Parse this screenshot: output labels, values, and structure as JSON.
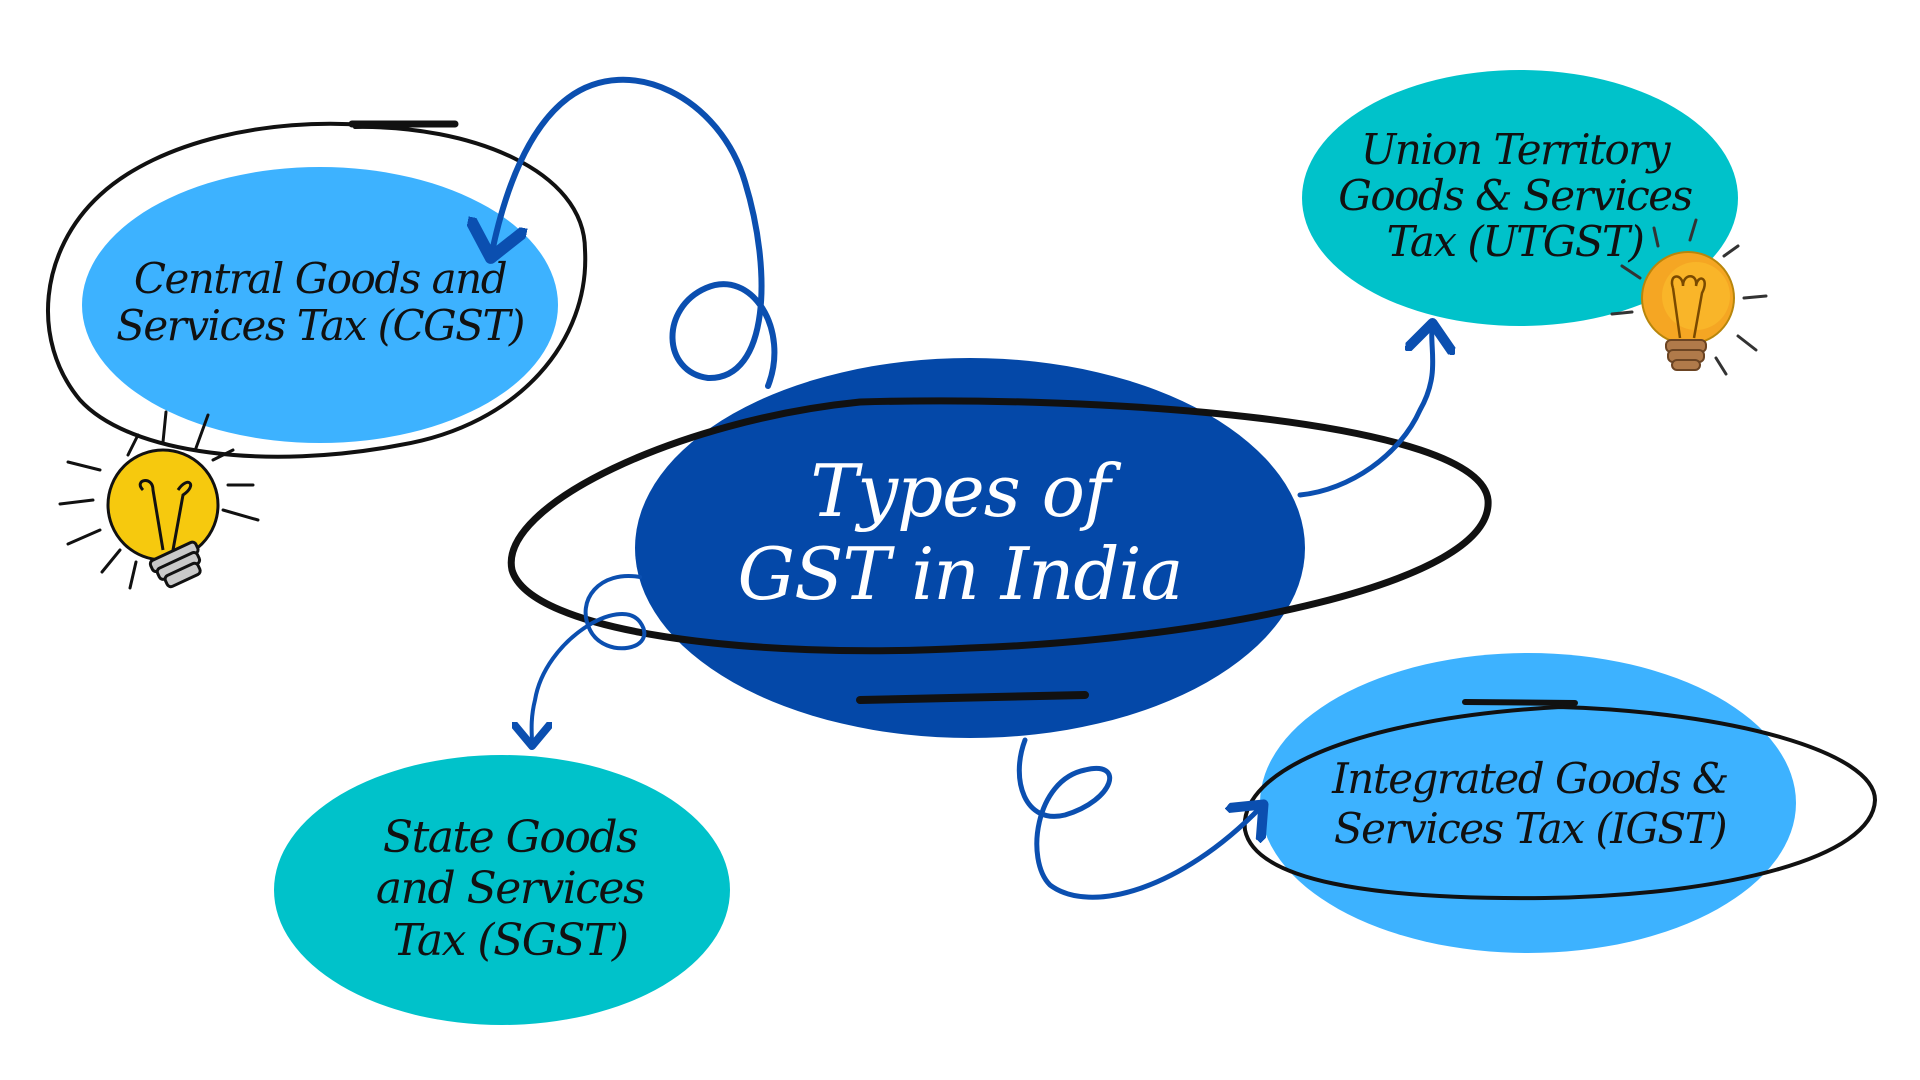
{
  "title": {
    "line1": "Types of",
    "line2": "GST in India"
  },
  "nodes": {
    "cgst": {
      "line1": "Central Goods and",
      "line2": "Services Tax (CGST)"
    },
    "utgst": {
      "line1": "Union Territory",
      "line2": "Goods & Services",
      "line3": "Tax (UTGST)"
    },
    "sgst": {
      "line1": "State Goods",
      "line2": "and Services",
      "line3": "Tax (SGST)"
    },
    "igst": {
      "line1": "Integrated Goods &",
      "line2": "Services Tax (IGST)"
    }
  },
  "colors": {
    "center_fill": "#0448A8",
    "light_blue_fill": "#3DB2FF",
    "teal_fill": "#00C2CA",
    "arrow_blue": "#0B4FB0",
    "scribble_black": "#111111",
    "bulb_yellow": "#F6C90E",
    "bulb_orange": "#F5A623"
  },
  "icons": [
    "lightbulb-icon",
    "lightbulb-icon"
  ]
}
